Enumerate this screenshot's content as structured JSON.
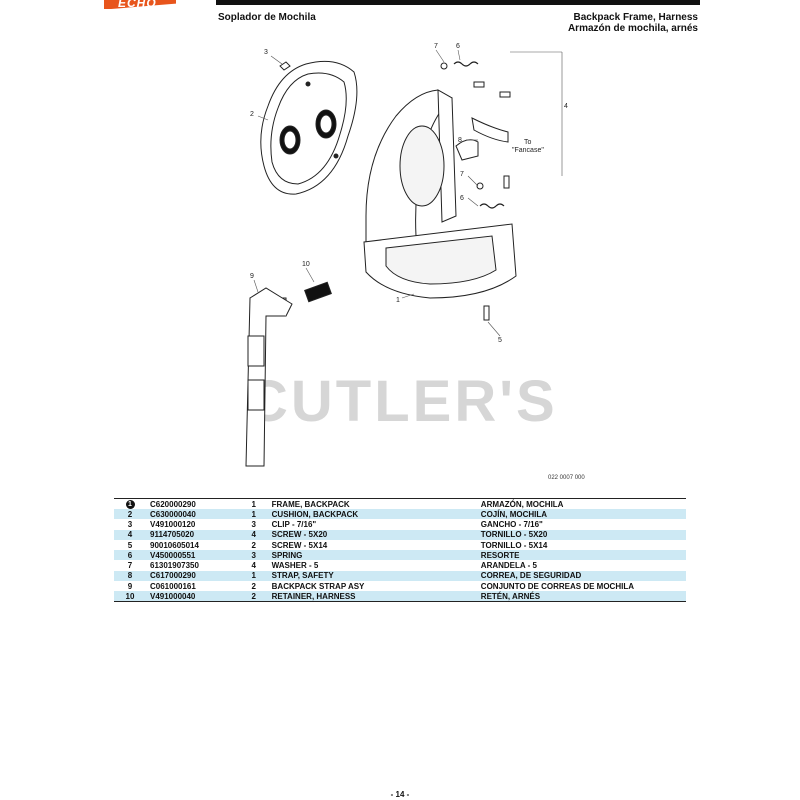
{
  "header": {
    "logo_text": "ECHO",
    "title_left": "Soplador de Mochila",
    "title_right_line1": "Backpack Frame, Harness",
    "title_right_line2": "Armazón de mochila, arnés"
  },
  "diagram": {
    "callouts": [
      "1",
      "2",
      "3",
      "4",
      "5",
      "6",
      "7",
      "8",
      "9",
      "10",
      "6",
      "7"
    ],
    "to_fancase_line1": "To",
    "to_fancase_line2": "\"Fancase\"",
    "drawing_code": "022 0007 000"
  },
  "watermark": "CUTLER'S",
  "parts_table": {
    "rows": [
      {
        "ref": "1",
        "part": "C620000290",
        "qty": "1",
        "desc_en": "FRAME, BACKPACK",
        "desc_es": "ARMAZÓN, MOCHILA"
      },
      {
        "ref": "2",
        "part": "C630000040",
        "qty": "1",
        "desc_en": "CUSHION, BACKPACK",
        "desc_es": "COJÍN, MOCHILA"
      },
      {
        "ref": "3",
        "part": "V491000120",
        "qty": "3",
        "desc_en": "CLIP - 7/16\"",
        "desc_es": "GANCHO - 7/16\""
      },
      {
        "ref": "4",
        "part": "9114705020",
        "qty": "4",
        "desc_en": "SCREW - 5X20",
        "desc_es": "TORNILLO - 5X20"
      },
      {
        "ref": "5",
        "part": "90010605014",
        "qty": "2",
        "desc_en": "SCREW - 5X14",
        "desc_es": "TORNILLO - 5X14"
      },
      {
        "ref": "6",
        "part": "V450000551",
        "qty": "3",
        "desc_en": "SPRING",
        "desc_es": "RESORTE"
      },
      {
        "ref": "7",
        "part": "61301907350",
        "qty": "4",
        "desc_en": "WASHER - 5",
        "desc_es": "ARANDELA - 5"
      },
      {
        "ref": "8",
        "part": "C617000290",
        "qty": "1",
        "desc_en": "STRAP, SAFETY",
        "desc_es": "CORREA, DE SEGURIDAD"
      },
      {
        "ref": "9",
        "part": "C061000161",
        "qty": "2",
        "desc_en": "BACKPACK STRAP ASY",
        "desc_es": "CONJUNTO DE CORREAS DE MOCHILA"
      },
      {
        "ref": "10",
        "part": "V491000040",
        "qty": "2",
        "desc_en": "RETAINER, HARNESS",
        "desc_es": "RETÉN, ARNÉS"
      }
    ]
  },
  "footer": {
    "page_number": "- 14 -"
  }
}
